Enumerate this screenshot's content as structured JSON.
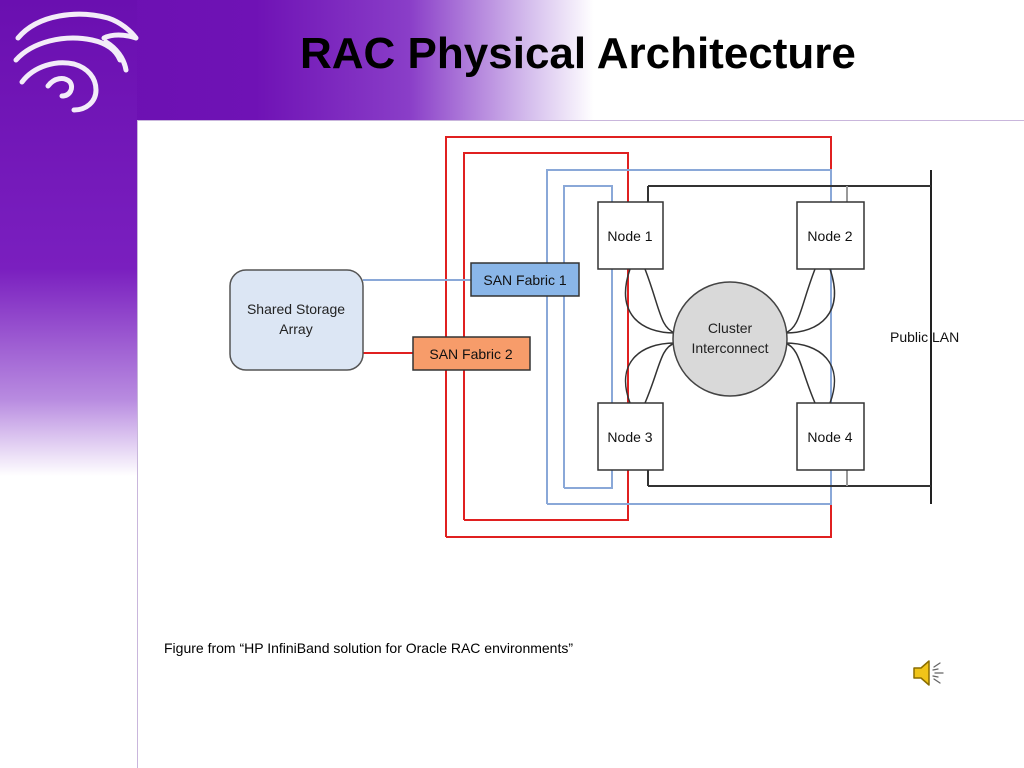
{
  "slide": {
    "title": "RAC Physical Architecture",
    "caption": "Figure from “HP InfiniBand solution for Oracle RAC environments”"
  },
  "diagram": {
    "storage": {
      "line1": "Shared Storage",
      "line2": "Array"
    },
    "fabric1": "SAN Fabric 1",
    "fabric2": "SAN Fabric 2",
    "nodes": [
      "Node 1",
      "Node 2",
      "Node 3",
      "Node 4"
    ],
    "interconnect": {
      "line1": "Cluster",
      "line2": "Interconnect"
    },
    "public_lan": "Public LAN"
  },
  "colors": {
    "purple": "#6a0fb0",
    "fabric1_fill": "#8ab6e8",
    "fabric2_fill": "#f79c6a",
    "storage_fill": "#dce6f4",
    "interconnect_fill": "#d9d9d9",
    "red_line": "#e02020",
    "blue_line": "#8aa8d8",
    "dark_line": "#333333"
  },
  "icons": {
    "logo": "wildcat-logo-icon",
    "audio": "speaker-icon"
  }
}
